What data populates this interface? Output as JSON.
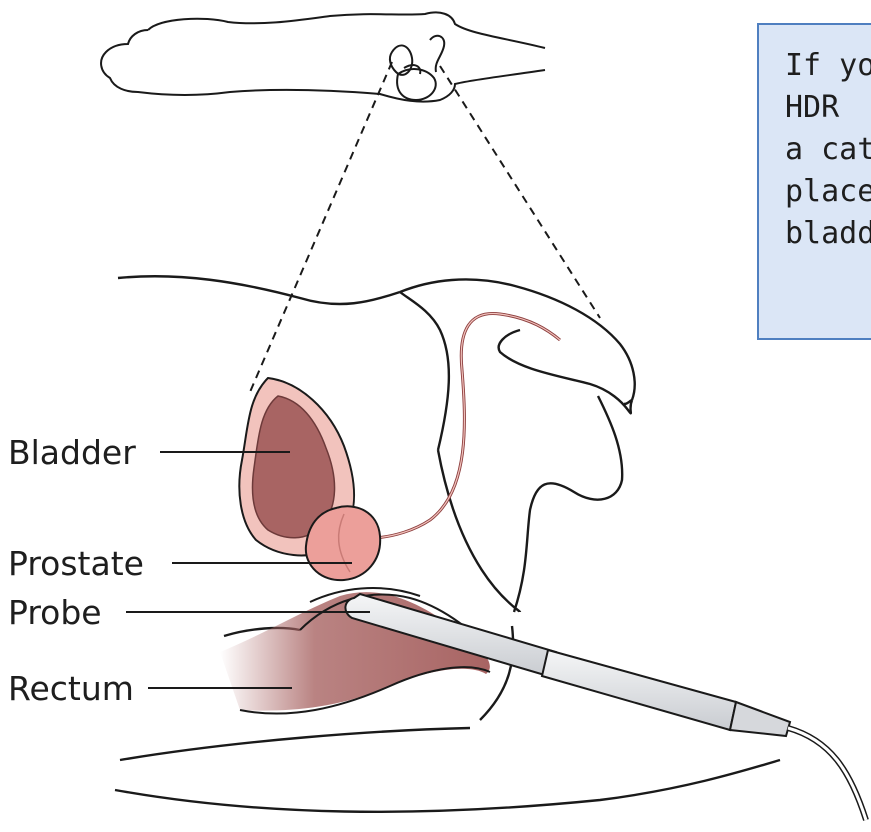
{
  "labels": {
    "bladder": "Bladder",
    "prostate": "Prostate",
    "probe": "Probe",
    "rectum": "Rectum"
  },
  "info_box": {
    "text": "If you\nHDR\na cath\nplace\nbladd"
  },
  "colors": {
    "outline": "#1a1a1a",
    "bladder_wall": "#f2c3bd",
    "bladder_inner": "#a86463",
    "prostate": "#ec9f9a",
    "rectum": "#a86463",
    "probe": "#e3e5e8",
    "info_bg": "#dbe6f6",
    "info_border": "#4f7fc0"
  }
}
